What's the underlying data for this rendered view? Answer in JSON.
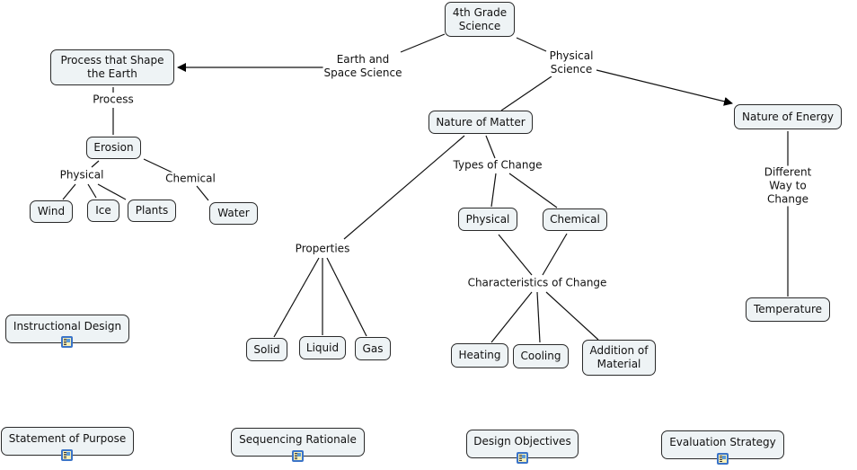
{
  "nodes": {
    "root": "4th Grade\nScience",
    "process_shape": "Process that Shape\nthe Earth",
    "erosion": "Erosion",
    "wind": "Wind",
    "ice": "Ice",
    "plants": "Plants",
    "water": "Water",
    "nature_matter": "Nature of Matter",
    "physical": "Physical",
    "chemical": "Chemical",
    "solid": "Solid",
    "liquid": "Liquid",
    "gas": "Gas",
    "heating": "Heating",
    "cooling": "Cooling",
    "addition": "Addition of\nMaterial",
    "nature_energy": "Nature of Energy",
    "temperature": "Temperature",
    "instructional_design": "Instructional Design",
    "statement_purpose": "Statement of Purpose",
    "sequencing_rationale": "Sequencing Rationale",
    "design_objectives": "Design Objectives",
    "evaluation_strategy": "Evaluation Strategy"
  },
  "links": {
    "earth_space": "Earth and\nSpace Science",
    "physical_science": "Physical\nScience",
    "process": "Process",
    "physical_l": "Physical",
    "chemical_l": "Chemical",
    "types_change": "Types of Change",
    "properties": "Properties",
    "characteristics": "Characteristics of Change",
    "different_way": "Different Way to Change"
  },
  "attachments": {
    "icon": "document-resource-icon"
  }
}
